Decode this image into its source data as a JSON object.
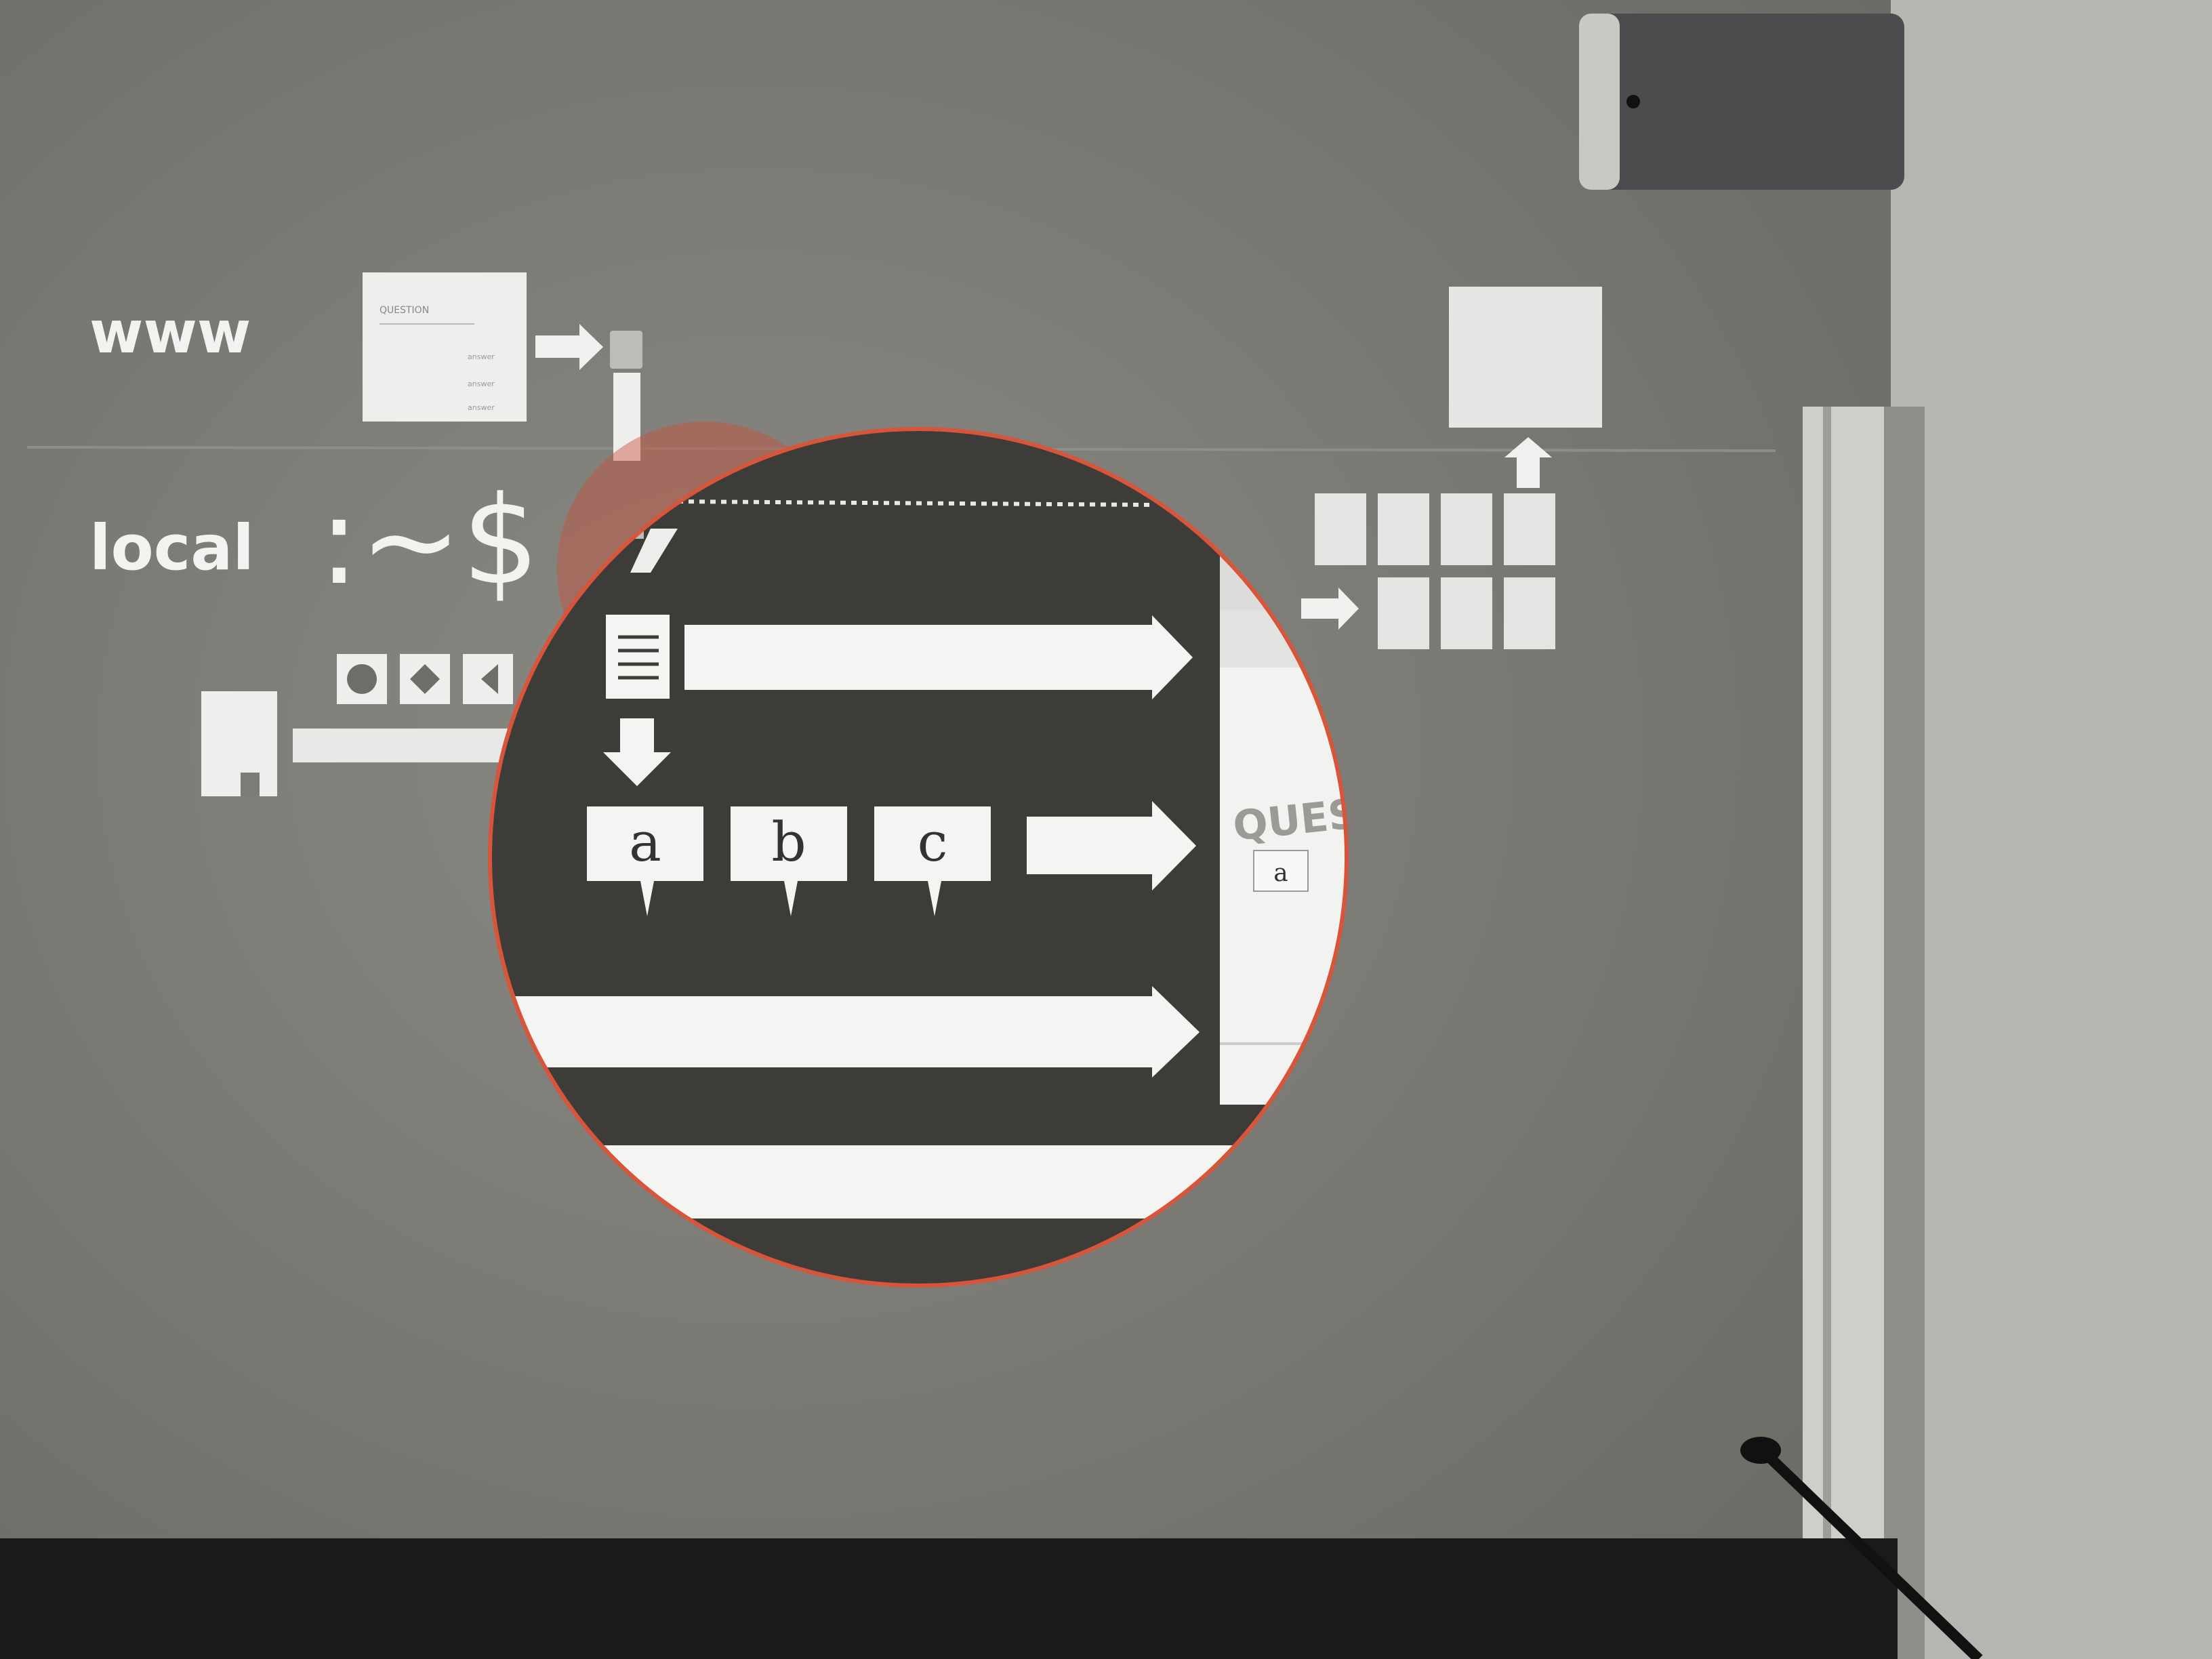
{
  "slide": {
    "label_www": "www",
    "label_local": "local",
    "prompt_text": ":~$",
    "web_card_title": "QUESTION",
    "web_card_options": [
      "answer",
      "answer",
      "answer"
    ],
    "answer_labels": [
      "a",
      "b",
      "c"
    ],
    "panel_partial_text": "QUES",
    "panel_answer": "a",
    "control_icons": [
      "record-icon",
      "stop-icon",
      "rewind-icon"
    ]
  },
  "colors": {
    "projection": "#7c7b75",
    "shape_fill": "#f4f4f2",
    "highlight_circle": "#d8553a",
    "screen_bottom_band": "#1a1a18",
    "wall": "#b9b8b3",
    "speaker": "#4b4c4e"
  }
}
